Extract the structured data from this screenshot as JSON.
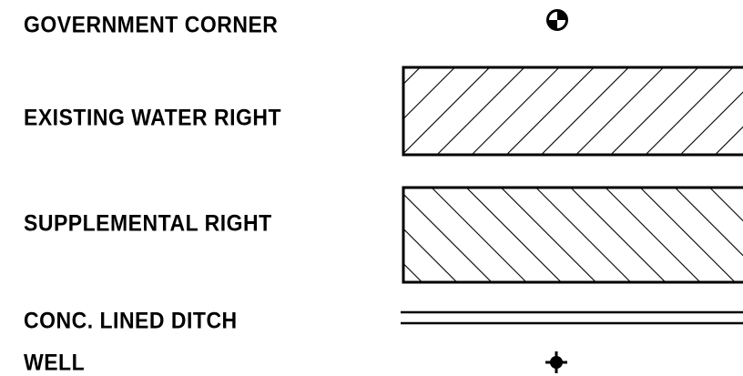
{
  "legend": {
    "items": [
      {
        "label": "GOVERNMENT CORNER",
        "symbol": "quartered-circle-icon"
      },
      {
        "label": "EXISTING WATER RIGHT",
        "symbol": "forward-hatch-pattern"
      },
      {
        "label": "SUPPLEMENTAL RIGHT",
        "symbol": "back-hatch-pattern"
      },
      {
        "label": "CONC. LINED DITCH",
        "symbol": "double-line"
      },
      {
        "label": "WELL",
        "symbol": "well-icon"
      }
    ]
  },
  "colors": {
    "ink": "#000000",
    "background": "#ffffff"
  }
}
